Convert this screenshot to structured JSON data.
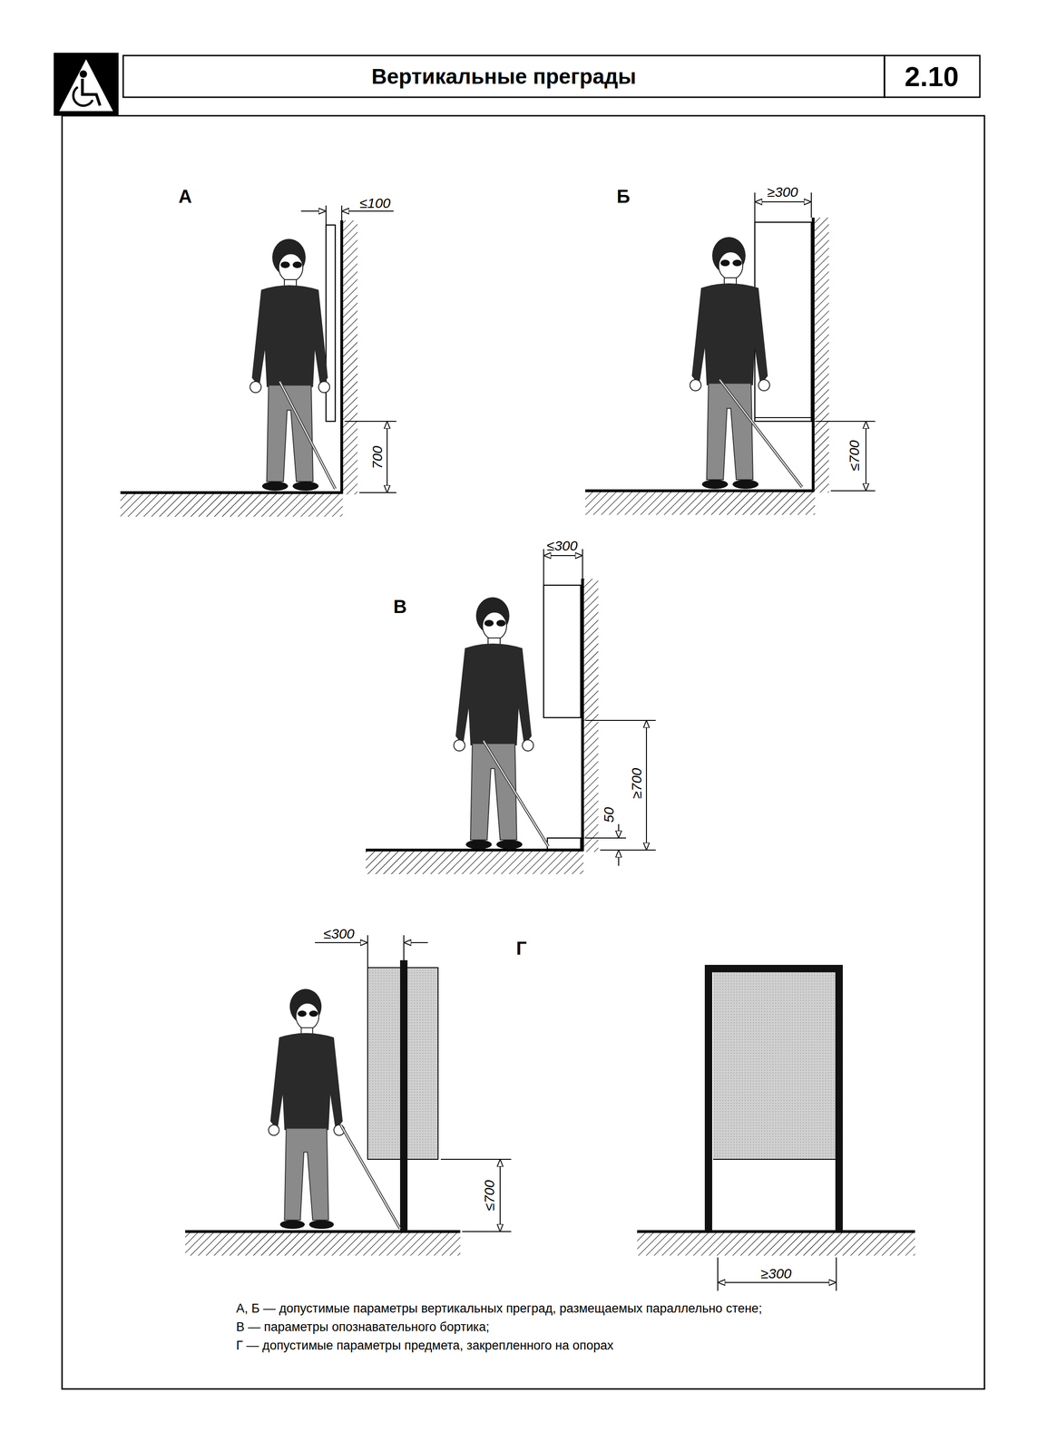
{
  "diagram": {
    "title": "Вертикальные преграды",
    "labels": [
      "2.10",
      "А",
      "≤100",
      "700",
      "Б",
      "≥300",
      "≤700",
      "В",
      "≤300",
      "50",
      "≥700",
      "≤300",
      "Г",
      "≤700",
      "≥300",
      "А, Б — допустимые параметры вертикальных преград, размещаемых параллельно стене;",
      "В — параметры опознавательного бортика;",
      "Г — допустимые параметры предмета, закрепленного на опорах"
    ]
  }
}
